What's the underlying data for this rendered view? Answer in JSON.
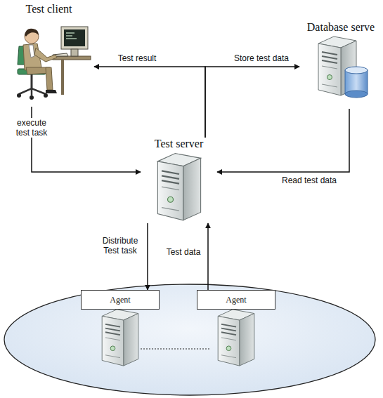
{
  "diagram": {
    "nodes": [
      {
        "text": [
          "Test client"
        ]
      },
      {
        "text": [
          "Test server"
        ]
      },
      {
        "text": [
          "Database serve"
        ]
      },
      {
        "text": [
          "Agent"
        ]
      },
      {
        "text": [
          "Agent"
        ]
      }
    ],
    "edges": [
      {
        "from": 1,
        "to": 0,
        "label": "Test result",
        "arrow": "to"
      },
      {
        "from": 0,
        "to": 1,
        "label": "execute test task",
        "arrow": "to"
      },
      {
        "from": 1,
        "to": 2,
        "label": "Store test data",
        "arrow": "to"
      },
      {
        "from": 2,
        "to": 1,
        "label": "Read test data",
        "arrow": "to"
      },
      {
        "from": 1,
        "to": 3,
        "label": "Distribute Test task",
        "arrow": "to"
      },
      {
        "from": 4,
        "to": 1,
        "label": "Test data",
        "arrow": "to"
      }
    ]
  }
}
